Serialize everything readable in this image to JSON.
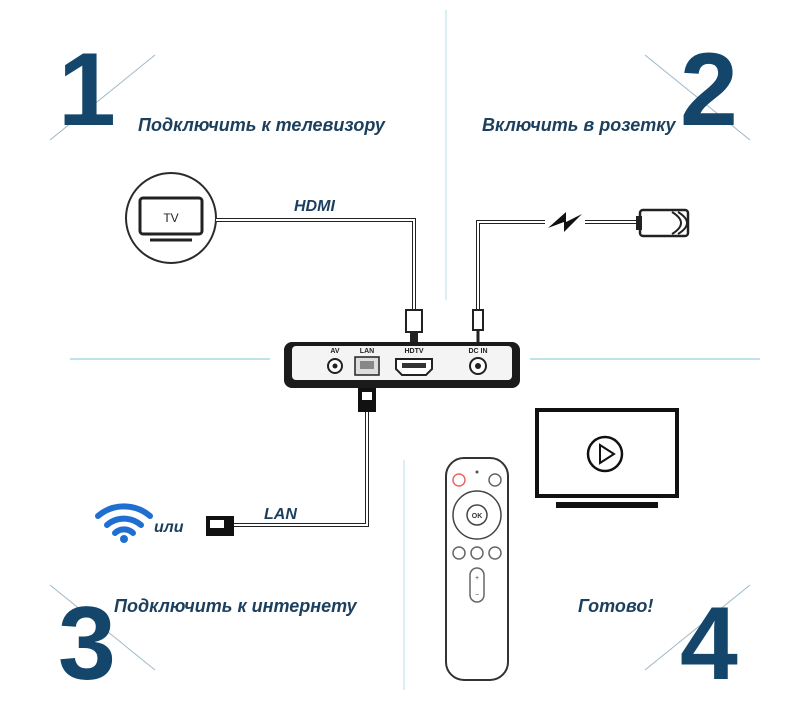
{
  "steps": [
    {
      "number": "1",
      "caption": "Подключить к телевизору"
    },
    {
      "number": "2",
      "caption": "Включить в розетку"
    },
    {
      "number": "3",
      "caption": "Подключить к интернету"
    },
    {
      "number": "4",
      "caption": "Готово!"
    }
  ],
  "tv": {
    "label": "TV"
  },
  "cables": {
    "hdmi": "HDMI",
    "lan": "LAN",
    "or": "или"
  },
  "box_ports": {
    "av": "AV",
    "lan": "LAN",
    "hdtv": "HDTV",
    "dc_in": "DC IN"
  },
  "remote": {
    "ok": "OK"
  },
  "colors": {
    "accent": "#14456a",
    "wifi": "#1e6fd0",
    "divider": "#bfe3ea"
  }
}
